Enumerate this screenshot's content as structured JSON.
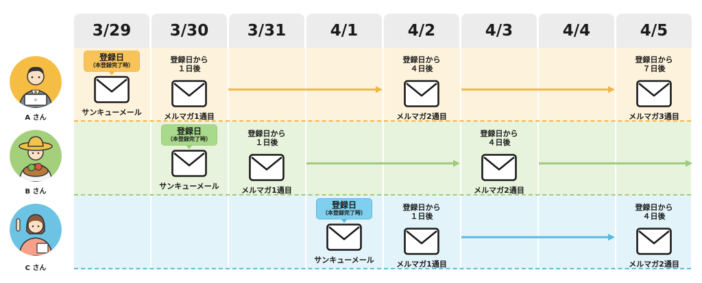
{
  "columns": [
    "3/29",
    "3/30",
    "3/31",
    "4/1",
    "4/2",
    "4/3",
    "4/4",
    "4/5"
  ],
  "colors": {
    "row_a_bg": "#fdf3dc",
    "row_a_line": "#f2b54a",
    "row_b_bg": "#e8f3dd",
    "row_b_line": "#9dcb76",
    "row_c_bg": "#e3f3fa",
    "row_c_line": "#5ab9dd"
  },
  "badge_text": {
    "main": "登録日",
    "sub": "（本登録完了時）"
  },
  "rows": [
    {
      "person": "A さん",
      "events": [
        {
          "col": 0,
          "badge": true,
          "label": "サンキューメール"
        },
        {
          "col": 1,
          "top": "登録日から\n１日後",
          "label": "メルマガ1通目"
        },
        {
          "col": 4,
          "top": "登録日から\n４日後",
          "label": "メルマガ2通目"
        },
        {
          "col": 7,
          "top": "登録日から\n７日後",
          "label": "メルマガ3通目"
        }
      ]
    },
    {
      "person": "B さん",
      "events": [
        {
          "col": 1,
          "badge": true,
          "label": "サンキューメール"
        },
        {
          "col": 2,
          "top": "登録日から\n１日後",
          "label": "メルマガ1通目"
        },
        {
          "col": 5,
          "top": "登録日から\n４日後",
          "label": "メルマガ2通目"
        }
      ]
    },
    {
      "person": "C さん",
      "events": [
        {
          "col": 3,
          "badge": true,
          "label": "サンキューメール"
        },
        {
          "col": 4,
          "top": "登録日から\n１日後",
          "label": "メルマガ1通目"
        },
        {
          "col": 7,
          "top": "登録日から\n４日後",
          "label": "メルマガ2通目"
        }
      ]
    }
  ]
}
